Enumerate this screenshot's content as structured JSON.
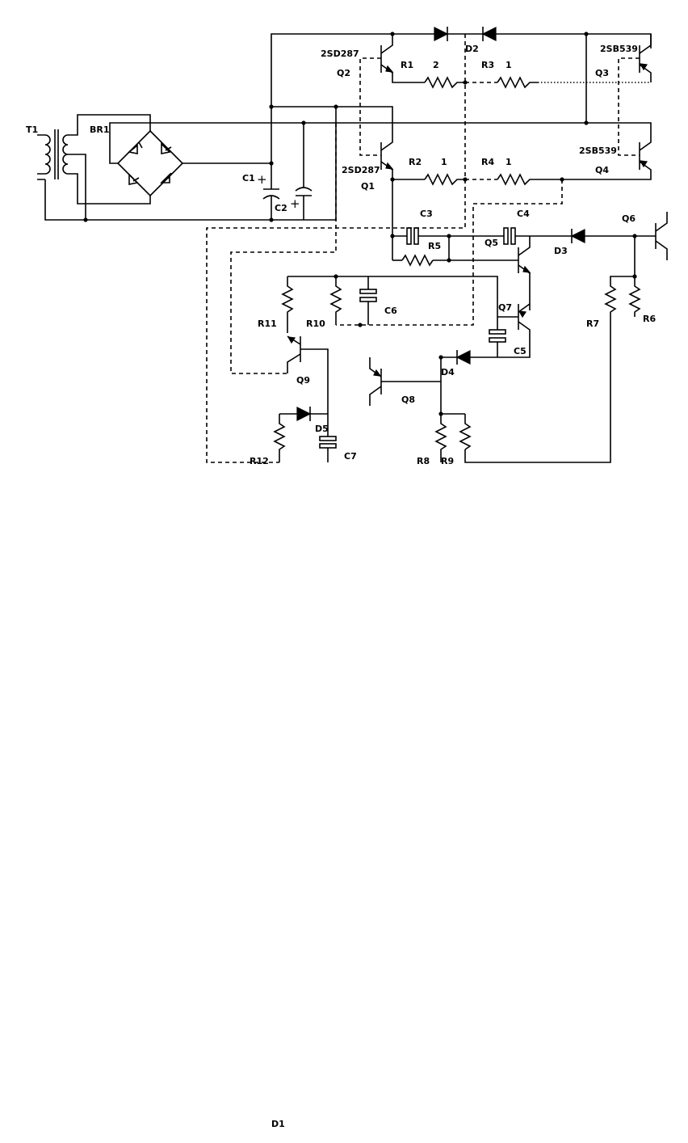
{
  "labels": {
    "T1": "T1",
    "BR1": "BR1",
    "C1": "C1",
    "C2": "C2",
    "plus": "+",
    "Q1_part": "2SD287",
    "Q1": "Q1",
    "Q2_part": "2SD287",
    "Q2": "Q2",
    "Q3_part": "2SB539",
    "Q3": "Q3",
    "Q4_part": "2SB539",
    "Q4": "Q4",
    "R1": "R1",
    "R1_val": "2",
    "R2": "R2",
    "R2_val": "1",
    "R3": "R3",
    "R3_val": "1",
    "R4": "R4",
    "R4_val": "1",
    "D1": "D1",
    "D2": "D2",
    "D3": "D3",
    "D4": "D4",
    "D5": "D5",
    "C3": "C3",
    "C4": "C4",
    "C5": "C5",
    "C6": "C6",
    "C7": "C7",
    "R5": "R5",
    "R6": "R6",
    "R7": "R7",
    "R8": "R8",
    "R9": "R9",
    "R10": "R10",
    "R11": "R11",
    "R12": "R12",
    "Q5": "Q5",
    "Q6": "Q6",
    "Q7": "Q7",
    "Q8": "Q8",
    "Q9": "Q9"
  }
}
